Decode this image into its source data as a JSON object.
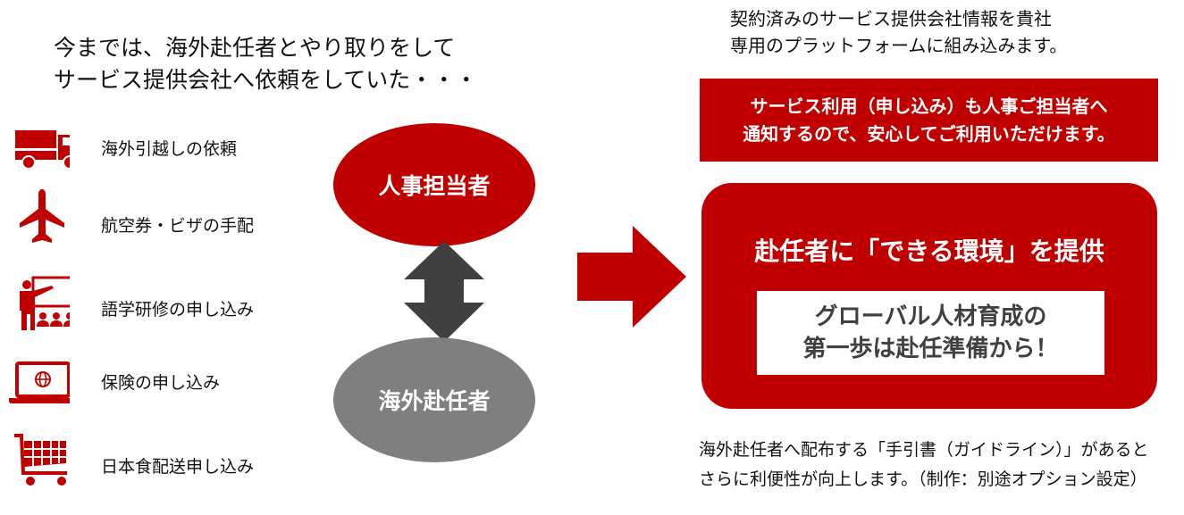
{
  "headline": {
    "line1": "今までは、海外赴任者とやり取りをして",
    "line2": "サービス提供会社へ依頼をしていた・・・"
  },
  "services": [
    {
      "icon": "truck-icon",
      "label": "海外引越しの依頼"
    },
    {
      "icon": "airplane-icon",
      "label": "航空券・ビザの手配"
    },
    {
      "icon": "teacher-presentation-icon",
      "label": "語学研修の申し込み"
    },
    {
      "icon": "laptop-globe-icon",
      "label": "保険の申し込み"
    },
    {
      "icon": "shopping-cart-icon",
      "label": "日本食配送申し込み"
    }
  ],
  "flow": {
    "hr_label": "人事担当者",
    "expat_label": "海外赴任者",
    "link_icon": "double-arrow-vertical-icon",
    "transition_icon": "arrow-right-icon"
  },
  "right": {
    "intro_line1": "契約済みのサービス提供会社情報を貴社",
    "intro_line2": "専用のプラットフォームに組み込みます。",
    "notice_line1": "サービス利用（申し込み）も人事ご担当者へ",
    "notice_line2": "通知するので、安心してご利用いただけます。",
    "main_title": "赴任者に「できる環境」を提供",
    "slogan_line1": "グローバル人材育成の",
    "slogan_line2": "第一歩は赴任準備から！",
    "footer_line1": "海外赴任者へ配布する「手引書（ガイドライン）」があると",
    "footer_line2": "さらに利便性が向上します。（制作：別途オプション設定）"
  },
  "colors": {
    "accent_red": "#c00000",
    "gray_ellipse": "#7f7f7f",
    "dark_arrow": "#404040"
  }
}
